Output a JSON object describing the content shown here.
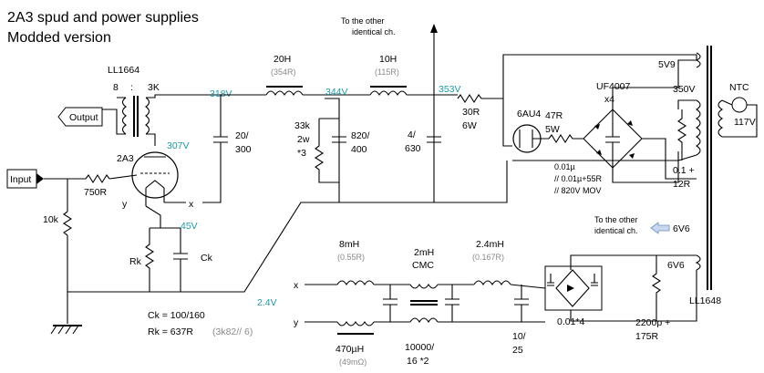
{
  "title": {
    "line1": "2A3 spud and power supplies",
    "line2": "Modded version"
  },
  "transformers": {
    "output": "LL1664",
    "ratio_left": "8",
    "ratio_sep": ":",
    "ratio_right": "3K",
    "power": "LL1648",
    "ntc": "NTC",
    "mains": "117V"
  },
  "ports": {
    "output": "Output",
    "input": "Input",
    "other_ch_top": [
      "To the other",
      "identical ch."
    ],
    "other_ch_bottom": [
      "To the other",
      "identical ch."
    ],
    "other_ch_bottom_value": "6V6"
  },
  "tube": {
    "name": "2A3",
    "rect": "6AU4",
    "y": "y",
    "x": "x"
  },
  "voltages": {
    "v318": "318V",
    "v344": "344V",
    "v353": "353V",
    "v307": "307V",
    "v45": "45V",
    "v24": "2.4V",
    "v350": "350V",
    "v5v9": "5V9",
    "v6v6": "6V6"
  },
  "hv_supply": {
    "choke1": "20H",
    "choke1_r": "(354R)",
    "choke2": "10H",
    "choke2_r": "(115R)",
    "res33k": [
      "33k",
      "2w",
      "*3"
    ],
    "cap_20_300": [
      "20/",
      "300"
    ],
    "cap_820_400": [
      "820/",
      "400"
    ],
    "cap_4_630": [
      "4/",
      "630"
    ],
    "res30r": [
      "30R",
      "6W"
    ],
    "res47r": [
      "47R",
      "5W"
    ],
    "diodes": [
      "UF4007",
      "x4"
    ],
    "snubber": [
      "0.01µ",
      "// 0.01µ+55R",
      "// 820V MOV"
    ],
    "snubber_r": [
      "0.1 +",
      "12R"
    ]
  },
  "bias": {
    "res750": "750R",
    "res10k": "10k",
    "rk": "Rk",
    "ck": "Ck",
    "ck_value": "Ck = 100/160",
    "rk_value": "Rk = 637R",
    "rk_note": "(3k82// 6)"
  },
  "filament_supply": {
    "ind8": "8mH",
    "ind8_r": "(0.55R)",
    "cmc": [
      "2mH",
      "CMC"
    ],
    "ind24": "2.4mH",
    "ind24_r": "(0.167R)",
    "ind470": "470µH",
    "ind470_r": "(49mΩ)",
    "cap_big": [
      "10000/",
      "16 *2"
    ],
    "cap_10_25": [
      "10/",
      "25"
    ],
    "bridge_caps": "0.01*4",
    "snubber": [
      "2200p +",
      "175R"
    ],
    "x": "x",
    "y": "y"
  }
}
